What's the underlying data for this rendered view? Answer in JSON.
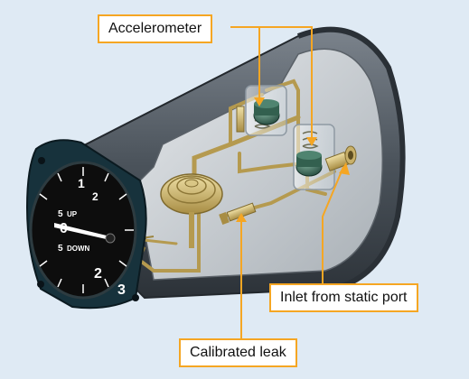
{
  "labels": {
    "accelerometer": "Accelerometer",
    "inlet": "Inlet from static port",
    "calibrated_leak": "Calibrated leak"
  },
  "dial": {
    "up_text": "UP",
    "down_text": "DOWN",
    "numbers": [
      "0",
      "5",
      "5",
      "1",
      "2",
      "3",
      "2"
    ]
  },
  "colors": {
    "callout_border": "#f5a623",
    "leader_line": "#f5a623",
    "background": "#dfeaf4",
    "case": "#4f5760",
    "case_interior": "#c7ccd1",
    "brass": "#c8b06a",
    "capsule": "#3f6f5c",
    "bezel": "#17323c"
  }
}
